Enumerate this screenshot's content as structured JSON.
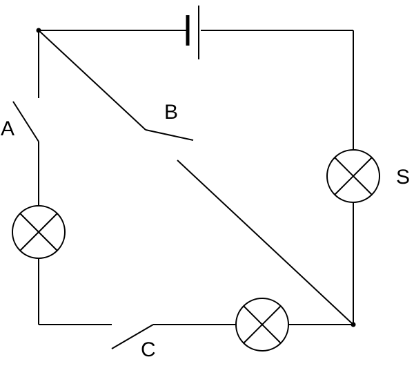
{
  "labels": {
    "switch_a": "A",
    "switch_b": "B",
    "switch_c": "C",
    "switch_s": "S"
  }
}
